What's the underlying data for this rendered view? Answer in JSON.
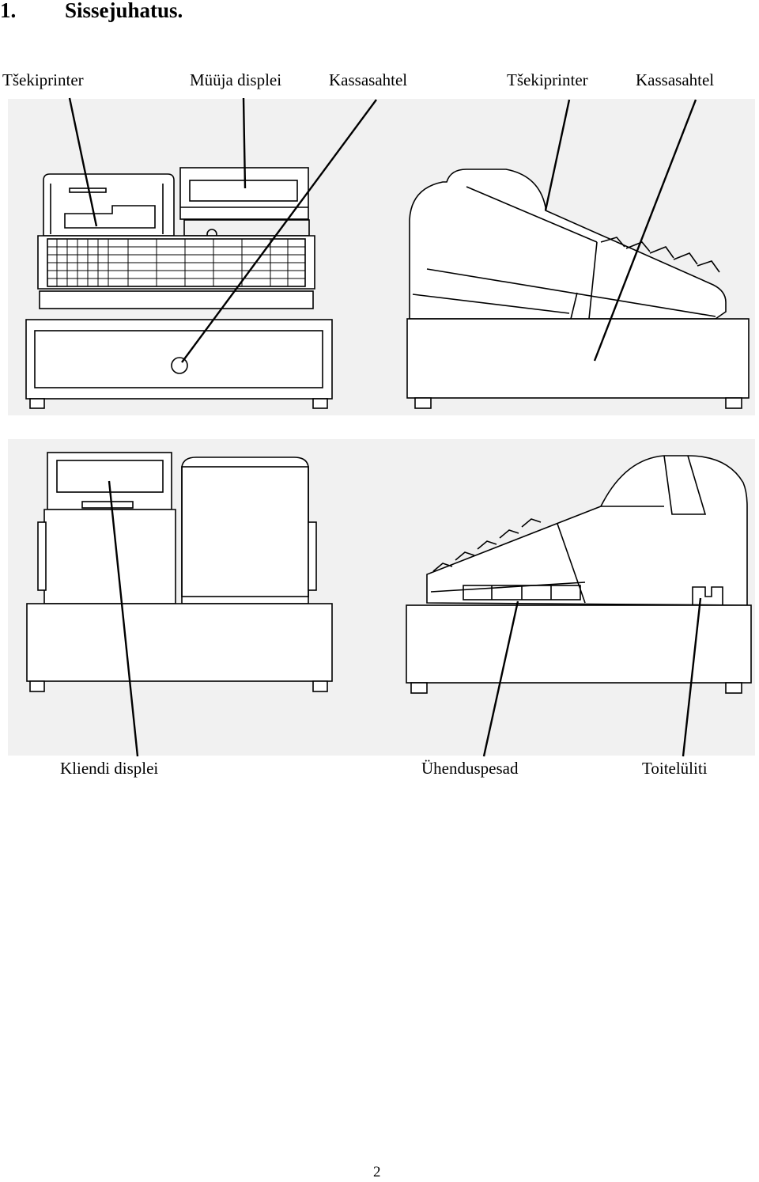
{
  "heading": {
    "number": "1.",
    "title": "Sissejuhatus."
  },
  "top_labels": [
    "Tšekiprinter",
    "Müüja displei",
    "Kassasahtel",
    "Tšekiprinter",
    "Kassasahtel"
  ],
  "bottom_labels": [
    "Kliendi displei",
    "Ühenduspesad",
    "Toitelüliti"
  ],
  "page_number": "2"
}
